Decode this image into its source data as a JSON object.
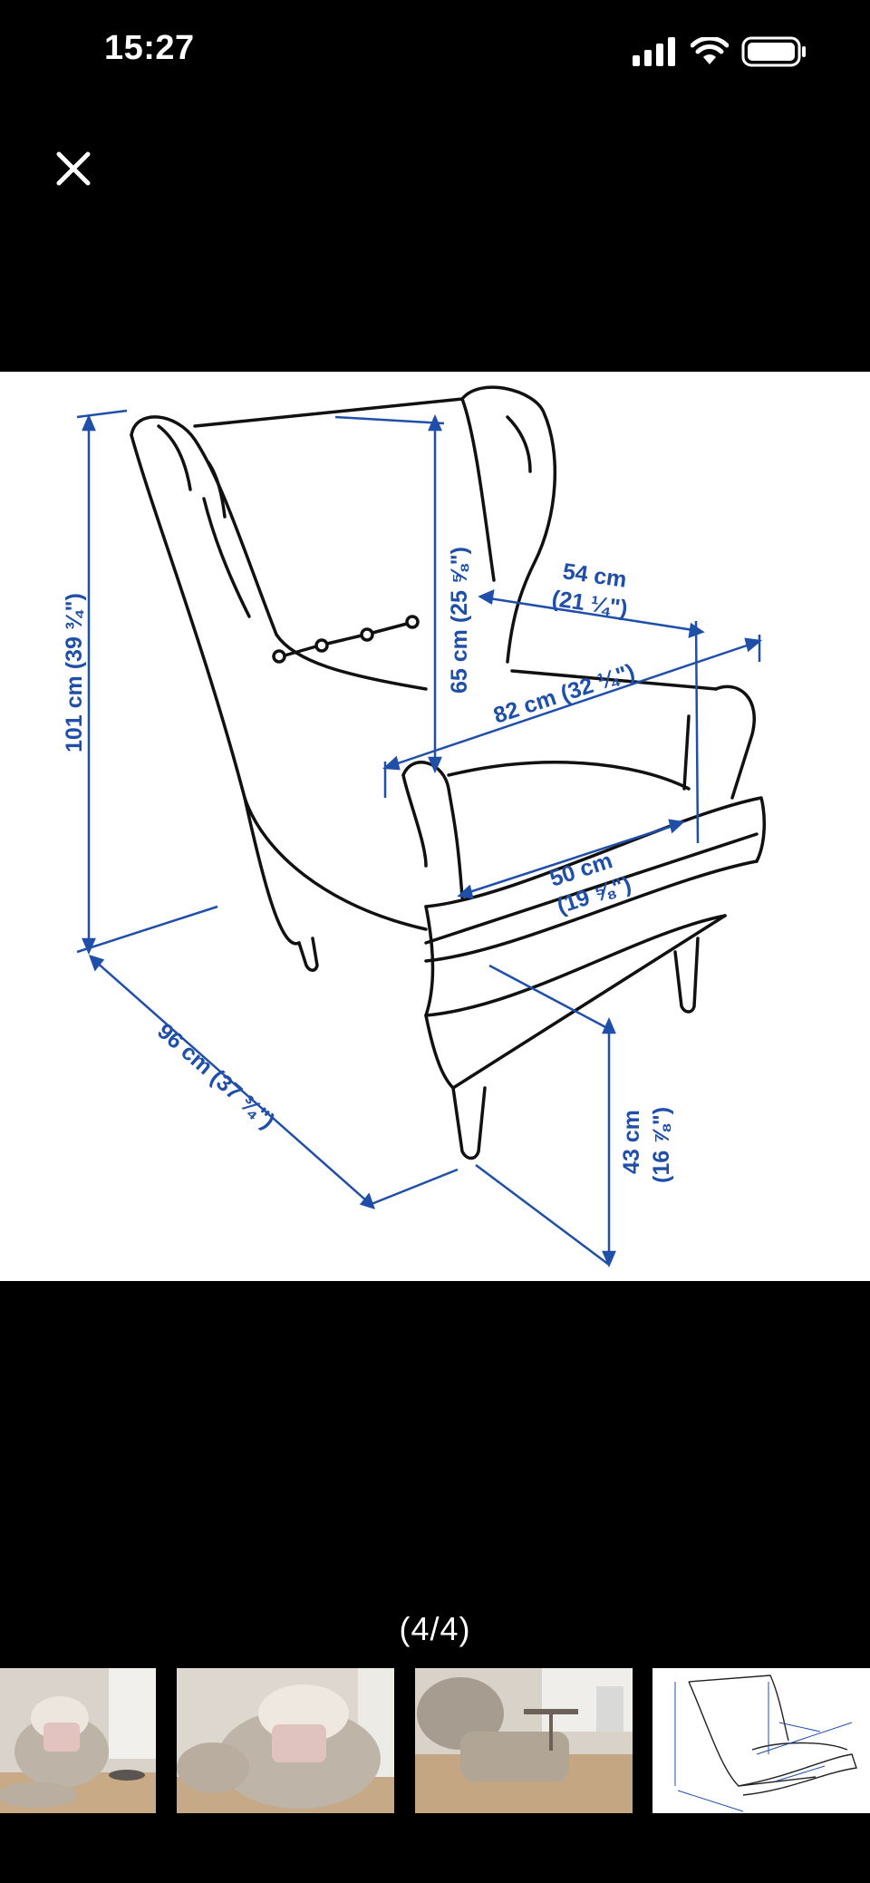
{
  "status_bar": {
    "time": "15:27",
    "icons": [
      "cellular-signal-icon",
      "wifi-icon",
      "battery-icon"
    ]
  },
  "viewer": {
    "counter": "(4/4)",
    "close_icon": "close-icon",
    "diagram": {
      "height_total": [
        "101 cm (39 ¾\")"
      ],
      "back_height": [
        "65 cm (25 ⅝\")"
      ],
      "seat_depth": [
        "54 cm",
        "(21 ¼\")"
      ],
      "width_total": [
        "82 cm (32 ¼\")"
      ],
      "seat_width": [
        "50 cm",
        "(19 ⅝\")"
      ],
      "depth_total": [
        "96 cm (37 ¾\")"
      ],
      "seat_height": [
        "43 cm",
        "(16 ⅞\")"
      ]
    },
    "thumbnails": [
      {
        "id": "thumb-1",
        "type": "photo"
      },
      {
        "id": "thumb-2",
        "type": "photo"
      },
      {
        "id": "thumb-3",
        "type": "photo"
      },
      {
        "id": "thumb-4",
        "type": "diagram",
        "selected": true
      }
    ]
  },
  "colors": {
    "dimension_blue": "#1f4fa8",
    "background": "#000000",
    "image_bg": "#ffffff"
  }
}
